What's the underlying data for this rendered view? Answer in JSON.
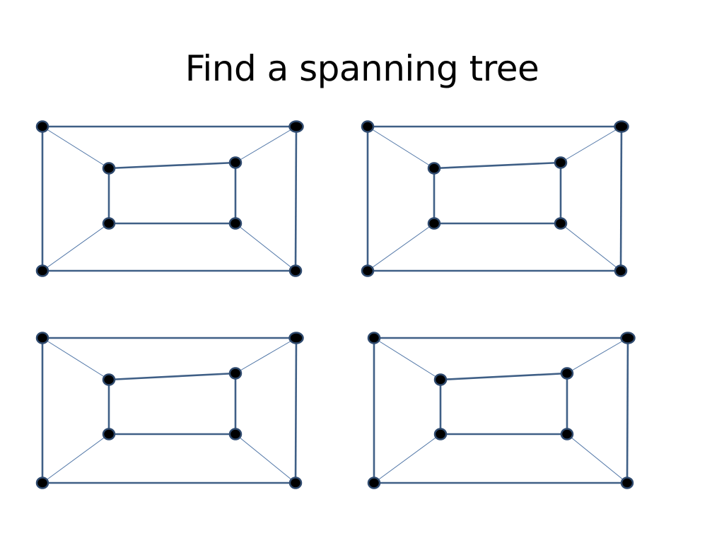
{
  "slide": {
    "title": "Find a spanning tree"
  },
  "colors": {
    "edge": "#3f5f86",
    "diagonal_edge": "#4f75a6",
    "vertex_fill": "#000000",
    "vertex_outline": "#2f4a6e",
    "background": "#ffffff"
  },
  "graphs": [
    {
      "name": "graph-top-left"
    },
    {
      "name": "graph-top-right"
    },
    {
      "name": "graph-bottom-left"
    },
    {
      "name": "graph-bottom-right"
    }
  ]
}
